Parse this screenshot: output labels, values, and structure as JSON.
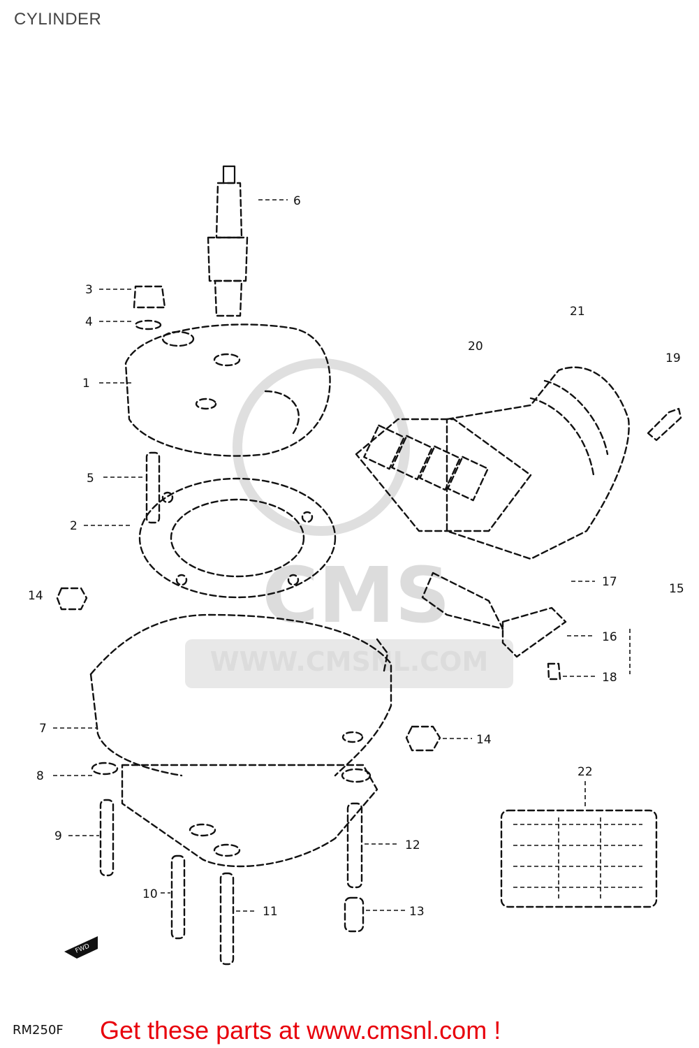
{
  "page": {
    "title": "CYLINDER"
  },
  "watermark": {
    "site": "WWW.CMSNL.COM",
    "brand": "CMS"
  },
  "callouts": [
    {
      "id": "c6",
      "label": "6"
    },
    {
      "id": "c3",
      "label": "3"
    },
    {
      "id": "c4",
      "label": "4"
    },
    {
      "id": "c1",
      "label": "1"
    },
    {
      "id": "c21",
      "label": "21"
    },
    {
      "id": "c20",
      "label": "20"
    },
    {
      "id": "c19",
      "label": "19"
    },
    {
      "id": "c5",
      "label": "5"
    },
    {
      "id": "c2",
      "label": "2"
    },
    {
      "id": "c14a",
      "label": "14"
    },
    {
      "id": "c17",
      "label": "17"
    },
    {
      "id": "c15",
      "label": "15"
    },
    {
      "id": "c16",
      "label": "16"
    },
    {
      "id": "c18",
      "label": "18"
    },
    {
      "id": "c7",
      "label": "7"
    },
    {
      "id": "c14b",
      "label": "14"
    },
    {
      "id": "c8",
      "label": "8"
    },
    {
      "id": "c22",
      "label": "22"
    },
    {
      "id": "c9",
      "label": "9"
    },
    {
      "id": "c12",
      "label": "12"
    },
    {
      "id": "c10",
      "label": "10"
    },
    {
      "id": "c11",
      "label": "11"
    },
    {
      "id": "c13",
      "label": "13"
    }
  ],
  "arrow": {
    "label": "FWD"
  },
  "footer": {
    "model": "RM250F",
    "cta": "Get these parts at www.cmsnl.com !"
  }
}
